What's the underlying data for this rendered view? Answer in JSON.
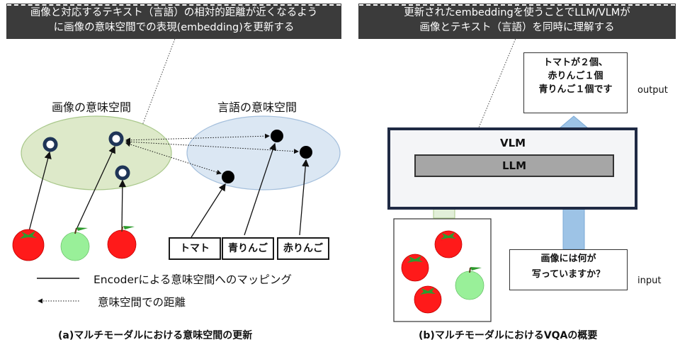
{
  "left": {
    "callout": [
      "画像と対応するテキスト（言語）の相対的距離が近くなるよう",
      "に画像の意味空間での表現(embedding)を更新する"
    ],
    "image_space_title": "画像の意味空間",
    "text_space_title": "言語の意味空間",
    "words": [
      "トマト",
      "青りんご",
      "赤りんご"
    ],
    "legend": {
      "mapping": "Encoderによる意味空間へのマッピング",
      "distance": "意味空間での距離"
    },
    "caption": "(a)マルチモーダルにおける意味空間の更新"
  },
  "right": {
    "callout": [
      "更新されたembeddingを使うことでLLM/VLMが",
      "画像とテキスト（言語）を同時に理解する"
    ],
    "vlm_label": "VLM",
    "llm_label": "LLM",
    "output_text": [
      "トマトが２個、",
      "赤りんご１個",
      "青りんご１個です"
    ],
    "output_label": "output",
    "input_text": [
      "画像には何が",
      "写っていますか？"
    ],
    "input_label": "input",
    "caption": "(b)マルチモーダルにおけるVQAの概要"
  },
  "colors": {
    "callout_bg": "#3b3b3b",
    "image_space_fill": "#dde9c9",
    "text_space_fill": "#dbe7f3",
    "ring": "#1f3557",
    "red_apple": "#ff1a1a",
    "green_apple": "#99f099",
    "arrow_blue": "#9dc3e6",
    "arrow_green": "#e2efd9"
  }
}
